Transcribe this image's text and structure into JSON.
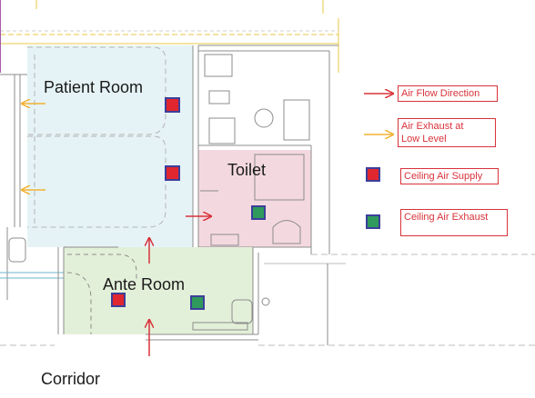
{
  "rooms": {
    "patient_room": "Patient Room",
    "toilet": "Toilet",
    "ante_room": "Ante Room",
    "corridor": "Corridor"
  },
  "legend": {
    "air_flow": "Air Flow Direction",
    "air_exhaust_low_line1": "Air Exhaust at",
    "air_exhaust_low_line2": "Low Level",
    "ceiling_supply": "Ceiling Air Supply",
    "ceiling_exhaust": "Ceiling Air Exhaust"
  },
  "colors": {
    "patient_room_fill": "#e6f3f6",
    "toilet_fill": "#f3d9df",
    "ante_room_fill": "#e3f0d9",
    "flow_arrow": "#d8323a",
    "exhaust_arrow": "#f2b233",
    "supply_square": "#e0262e",
    "exhaust_square": "#2f9a5b",
    "square_border": "#3b3f9a",
    "wall_line": "#8c8c8c",
    "grid_line_yellow": "#e8c84a"
  }
}
